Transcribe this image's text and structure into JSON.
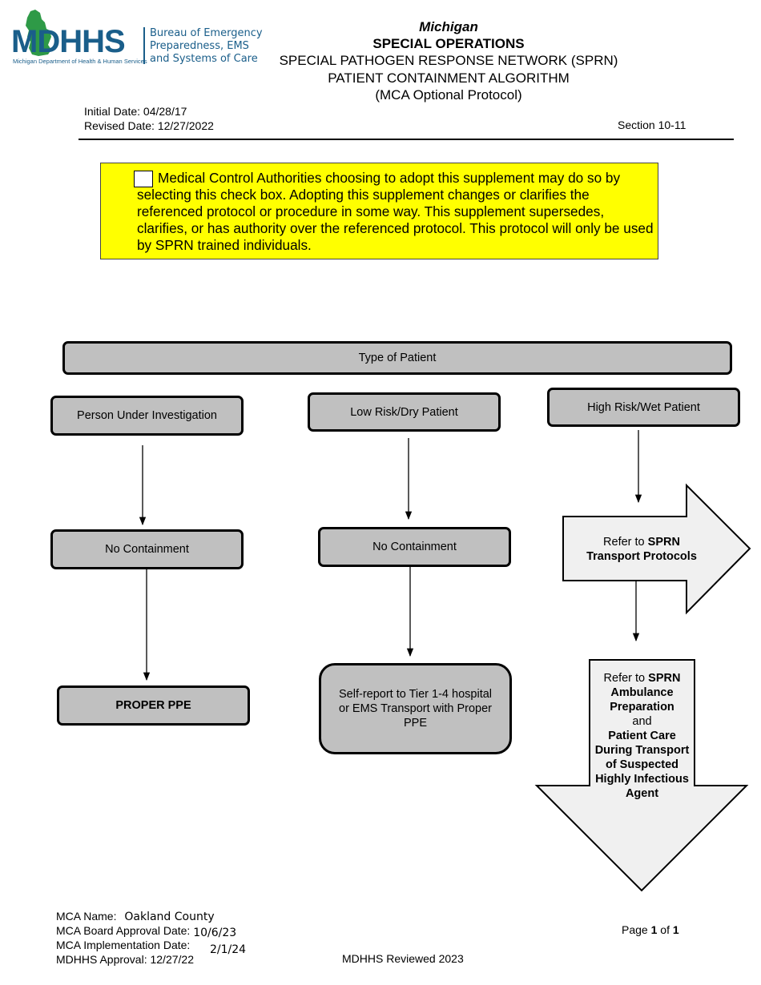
{
  "logo": {
    "letters_m": "M",
    "letters_dhhs": "DHHS",
    "department": "Michigan Department of Health & Human Services",
    "bureau_lines": [
      "Bureau of Emergency",
      "Preparedness, EMS",
      "and Systems of Care"
    ],
    "brand_blue": "#1a5e8a",
    "brand_green": "#2e9a47"
  },
  "header": {
    "state": "Michigan",
    "division": "SPECIAL OPERATIONS",
    "line1": "SPECIAL PATHOGEN RESPONSE NETWORK (SPRN)",
    "line2": "PATIENT CONTAINMENT ALGORITHM",
    "line3": "(MCA Optional Protocol)",
    "initial_date": "Initial Date: 04/28/17",
    "revised_date": "Revised Date: 12/27/2022",
    "section": "Section 10-11"
  },
  "notice": {
    "first_line": "Medical Control Authorities choosing to adopt this supplement may do so",
    "rest": "by selecting this check box. Adopting this supplement changes or clarifies the referenced protocol or procedure in some way. This supplement supersedes, clarifies, or has authority over the referenced protocol.  This protocol will only be used by SPRN trained individuals.",
    "background": "#ffff00"
  },
  "flow": {
    "type_of_patient": "Type of Patient",
    "col1": {
      "head": "Person Under Investigation",
      "mid": "No Containment",
      "end": "PROPER PPE"
    },
    "col2": {
      "head": "Low Risk/Dry Patient",
      "mid": "No Containment",
      "end": "Self-report to Tier 1-4 hospital or EMS Transport with Proper PPE"
    },
    "col3": {
      "head": "High Risk/Wet Patient",
      "right_arrow_prefix": "Refer to ",
      "right_arrow_bold1": "SPRN",
      "right_arrow_bold2": "Transport Protocols",
      "down_arrow_prefix": "Refer to ",
      "down_arrow_bold1": "SPRN Ambulance Preparation",
      "down_arrow_and": "and",
      "down_arrow_bold2": "Patient Care During Transport of Suspected Highly Infectious Agent"
    },
    "box_fill": "#c0c0c0",
    "arrow_fill": "#f0f0f0"
  },
  "footer": {
    "mca_name_label": "MCA Name:",
    "mca_name_value": "Oakland County",
    "board_label": "MCA Board Approval Date:",
    "board_value": "10/6/23",
    "impl_label": "MCA Implementation Date:",
    "impl_value": "2/1/24",
    "mdhhs_approval": "MDHHS Approval: 12/27/22",
    "reviewed": "MDHHS Reviewed 2023",
    "page_prefix": "Page ",
    "page_current": "1",
    "page_of": " of ",
    "page_total": "1"
  }
}
